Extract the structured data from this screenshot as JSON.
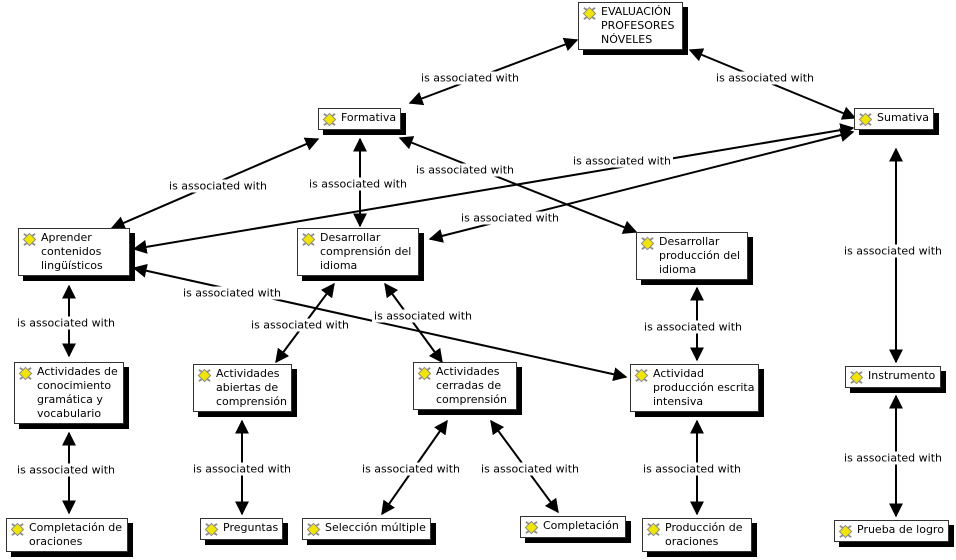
{
  "diagram": {
    "type": "concept-map",
    "nodes": [
      {
        "id": "root",
        "label": "EVALUACIÓN\nPROFESORES\nNÓVELES"
      },
      {
        "id": "formativa",
        "label": "Formativa"
      },
      {
        "id": "sumativa",
        "label": "Sumativa"
      },
      {
        "id": "aprender",
        "label": "Aprender\ncontenidos\nlingüísticos"
      },
      {
        "id": "comprension",
        "label": "Desarrollar\ncomprensión del\nidioma"
      },
      {
        "id": "produccion",
        "label": "Desarrollar\nproducción del\nidioma"
      },
      {
        "id": "act_gram",
        "label": "Actividades de\nconocimiento\ngramática y\nvocabulario"
      },
      {
        "id": "act_abiertas",
        "label": "Actividades\nabiertas de\ncomprensión"
      },
      {
        "id": "act_cerradas",
        "label": "Actividades\ncerradas de\ncomprensión"
      },
      {
        "id": "act_prod",
        "label": "Actividad\nproducción escrita\nintensiva"
      },
      {
        "id": "instrumento",
        "label": "Instrumento"
      },
      {
        "id": "completacion_or",
        "label": "Completación de\noraciones"
      },
      {
        "id": "preguntas",
        "label": "Preguntas"
      },
      {
        "id": "seleccion",
        "label": "Selección múltiple"
      },
      {
        "id": "completacion",
        "label": "Completación"
      },
      {
        "id": "prod_or",
        "label": "Producción de\noraciones"
      },
      {
        "id": "prueba",
        "label": "Prueba de logro"
      }
    ],
    "edges": [
      {
        "from": "root",
        "to": "formativa",
        "label": "is associated with"
      },
      {
        "from": "root",
        "to": "sumativa",
        "label": "is associated with"
      },
      {
        "from": "formativa",
        "to": "aprender",
        "label": "is associated with"
      },
      {
        "from": "formativa",
        "to": "comprension",
        "label": "is associated with"
      },
      {
        "from": "formativa",
        "to": "produccion",
        "label": "is associated with"
      },
      {
        "from": "sumativa",
        "to": "aprender",
        "label": "is associated with"
      },
      {
        "from": "sumativa",
        "to": "comprension",
        "label": "is associated with"
      },
      {
        "from": "sumativa",
        "to": "instrumento",
        "label": "is associated with"
      },
      {
        "from": "aprender",
        "to": "act_gram",
        "label": "is associated with"
      },
      {
        "from": "aprender",
        "to": "act_prod",
        "label": "is associated with"
      },
      {
        "from": "comprension",
        "to": "act_abiertas",
        "label": "is associated with"
      },
      {
        "from": "comprension",
        "to": "act_cerradas",
        "label": "is associated with"
      },
      {
        "from": "produccion",
        "to": "act_prod",
        "label": "is associated with"
      },
      {
        "from": "act_gram",
        "to": "completacion_or",
        "label": "is associated with"
      },
      {
        "from": "act_abiertas",
        "to": "preguntas",
        "label": "is associated with"
      },
      {
        "from": "act_cerradas",
        "to": "seleccion",
        "label": "is associated with"
      },
      {
        "from": "act_cerradas",
        "to": "completacion",
        "label": "is associated with"
      },
      {
        "from": "act_prod",
        "to": "prod_or",
        "label": "is associated with"
      },
      {
        "from": "instrumento",
        "to": "prueba",
        "label": "is associated with"
      }
    ]
  },
  "icons": {
    "node_icon": "concept-diamond-icon"
  },
  "colors": {
    "icon_fill": "#f2e600",
    "icon_border": "#8a8a8a"
  }
}
